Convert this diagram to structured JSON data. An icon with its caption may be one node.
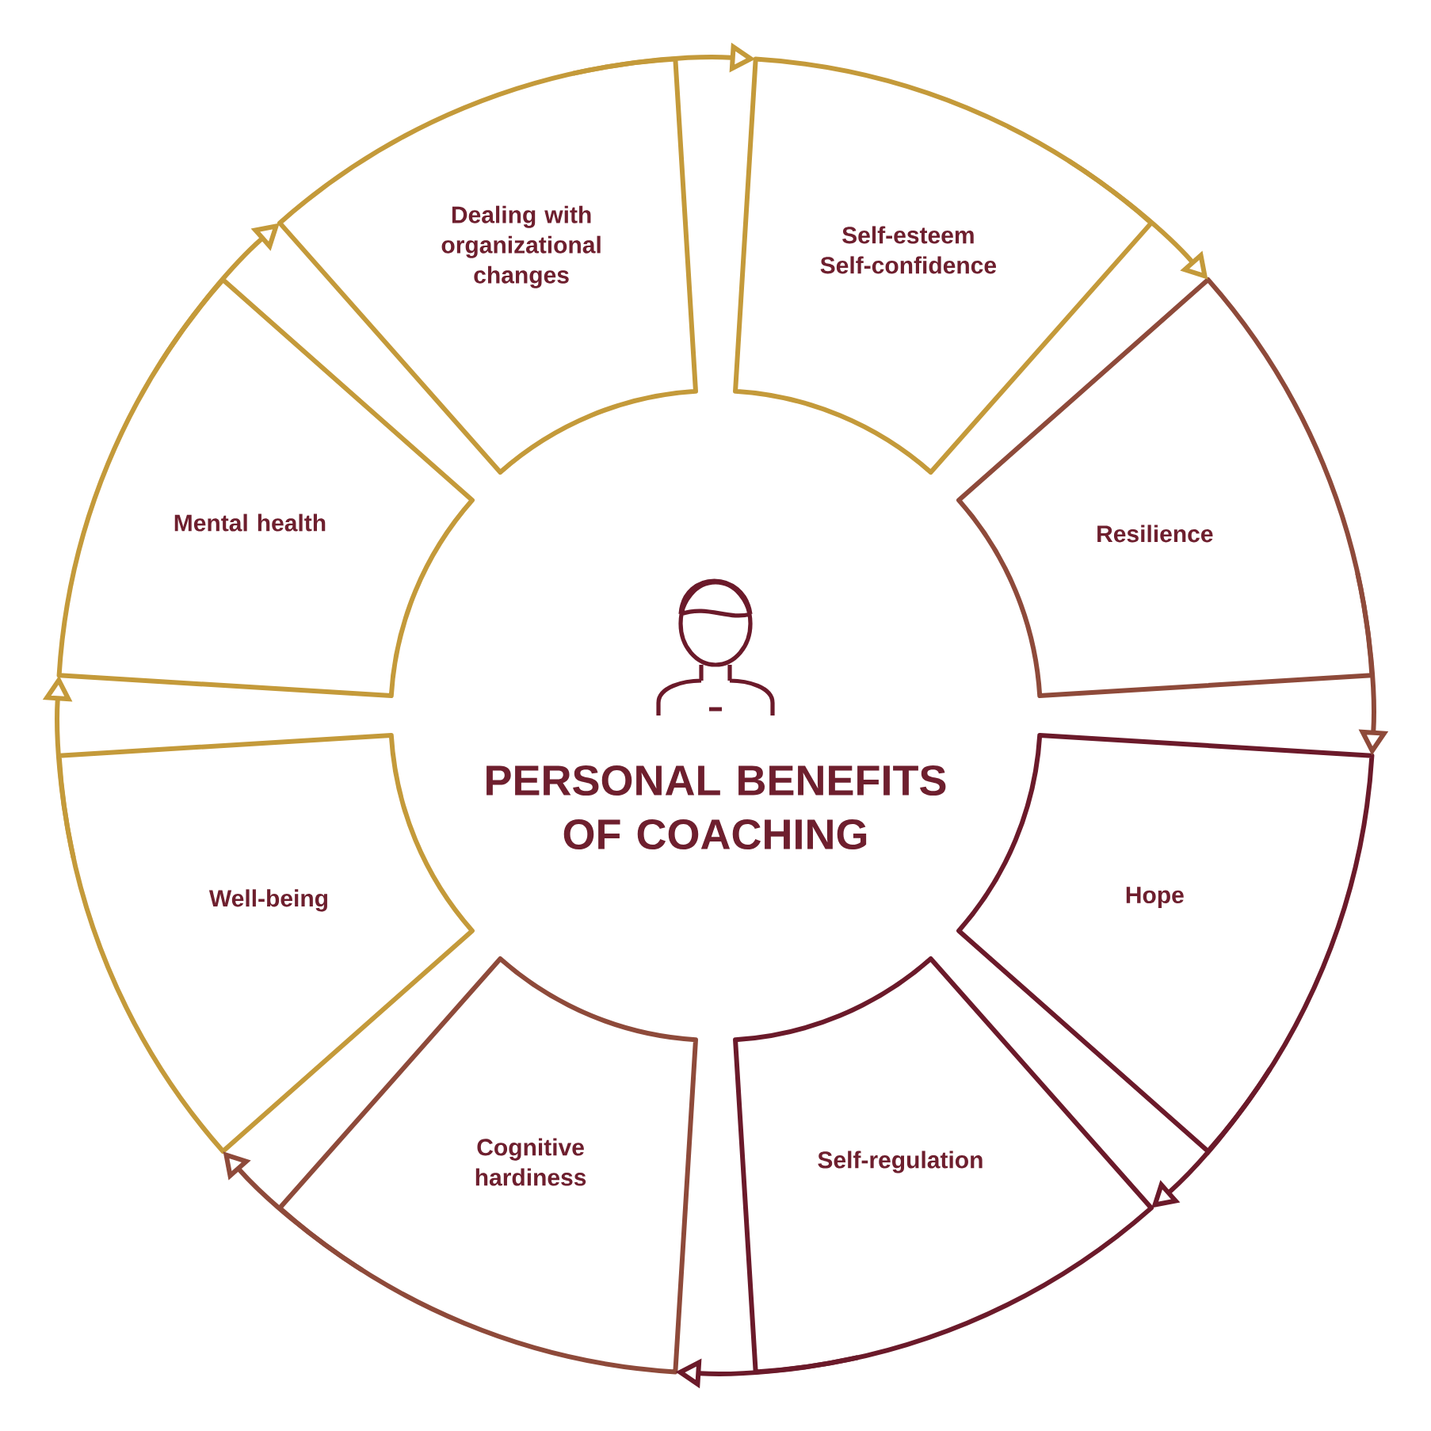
{
  "diagram": {
    "title": "PERSONAL BENEFITS OF COACHING",
    "nodes": [
      {
        "text": [
          "Dealing with organizational changes"
        ]
      },
      {
        "text": [
          "Self-esteem Self-confidence"
        ]
      },
      {
        "text": [
          "Resilience"
        ]
      },
      {
        "text": [
          "Hope"
        ]
      },
      {
        "text": [
          "Self-regulation"
        ]
      },
      {
        "text": [
          "Cognitive hardiness"
        ]
      },
      {
        "text": [
          "Well-being"
        ]
      },
      {
        "text": [
          "Mental health"
        ]
      }
    ],
    "edges": [
      {
        "from": 0,
        "to": 1,
        "arrow": "to"
      },
      {
        "from": 1,
        "to": 2,
        "arrow": "to"
      },
      {
        "from": 2,
        "to": 3,
        "arrow": "to",
        "color": "#8e4a3a"
      },
      {
        "from": 3,
        "to": 4,
        "arrow": "to",
        "color": "#6b1a2a"
      },
      {
        "from": 4,
        "to": 5,
        "arrow": "to",
        "color": "#6b1a2a"
      },
      {
        "from": 5,
        "to": 6,
        "arrow": "to",
        "color": "#8e4a3a"
      },
      {
        "from": 6,
        "to": 7,
        "arrow": "to"
      },
      {
        "from": 7,
        "to": 0,
        "arrow": "to"
      }
    ]
  }
}
